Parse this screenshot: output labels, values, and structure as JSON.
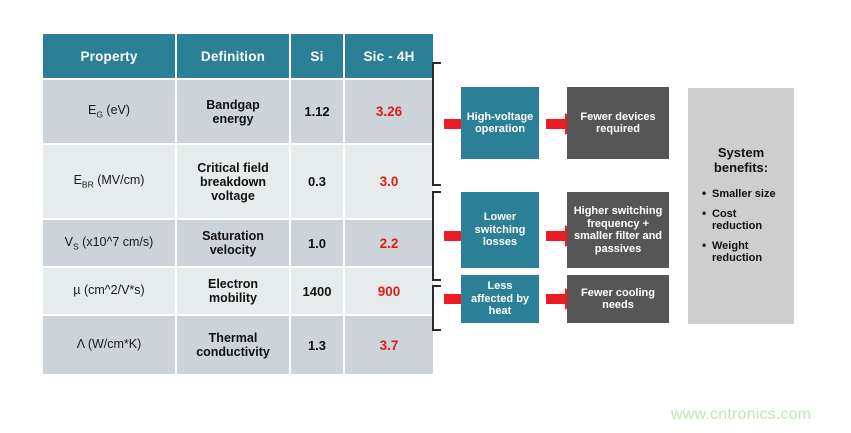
{
  "table": {
    "headers": [
      "Property",
      "Definition",
      "Si",
      "Sic - 4H"
    ],
    "rows": [
      {
        "property_main": "E",
        "property_sub": "G",
        "property_tail": " (eV)",
        "definition": "Bandgap\nenergy",
        "si": "1.12",
        "sic": "3.26"
      },
      {
        "property_main": "E",
        "property_sub": "BR",
        "property_tail": " (MV/cm)",
        "definition": "Critical field\nbreakdown\nvoltage",
        "si": "0.3",
        "sic": "3.0"
      },
      {
        "property_main": "V",
        "property_sub": "S",
        "property_tail": " (x10^7 cm/s)",
        "definition": "Saturation\nvelocity",
        "si": "1.0",
        "sic": "2.2"
      },
      {
        "property_main": "µ (cm^2/V*s)",
        "property_sub": "",
        "property_tail": "",
        "definition": "Electron\nmobility",
        "si": "1400",
        "sic": "900"
      },
      {
        "property_main": "Λ (W/cm*K)",
        "property_sub": "",
        "property_tail": "",
        "definition": "Thermal\nconductivity",
        "si": "1.3",
        "sic": "3.7"
      }
    ]
  },
  "flow": {
    "rows": [
      {
        "cause": "High-voltage\noperation",
        "effect": "Fewer devices\nrequired"
      },
      {
        "cause": "Lower\nswitching\nlosses",
        "effect": "Higher switching\nfrequency +\nsmaller filter and\npassives"
      },
      {
        "cause": "Less\naffected by\nheat",
        "effect": "Fewer cooling\nneeds"
      }
    ]
  },
  "benefits": {
    "title": "System\nbenefits:",
    "items": [
      "Smaller size",
      "Cost\nreduction",
      "Weight\nreduction"
    ]
  },
  "watermark": {
    "text": "www.cntronics.com"
  },
  "colors": {
    "header_teal": "#2b7f96",
    "box_gray": "#565656",
    "arrow_red": "#ed1c24",
    "value_red": "#e01b16",
    "row_odd": "#ccd3d9",
    "row_even": "#e6ebec",
    "panel_gray": "#cecece",
    "watermark_green": "#c5e3b9"
  }
}
